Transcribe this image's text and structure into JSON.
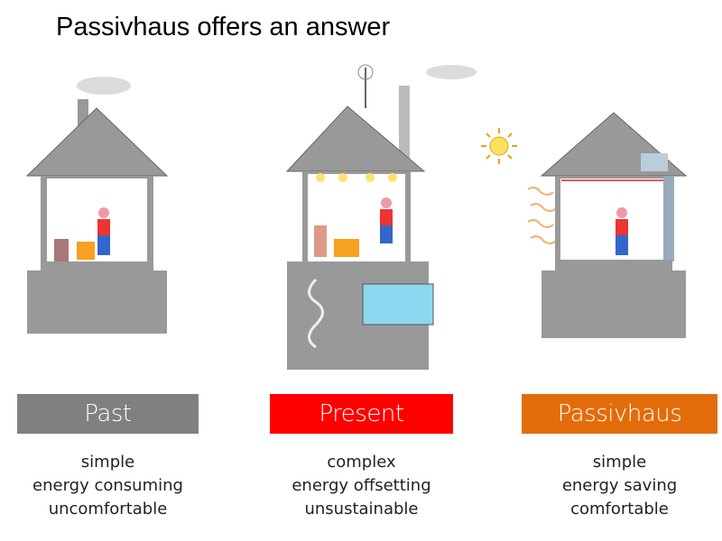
{
  "title": "Passivhaus offers an answer",
  "columns": [
    {
      "label": "Past",
      "color": "#808080",
      "lines": [
        "simple",
        "energy consuming",
        "uncomfortable"
      ]
    },
    {
      "label": "Present",
      "color": "#ff0000",
      "lines": [
        "complex",
        "energy offsetting",
        "unsustainable"
      ]
    },
    {
      "label": "Passivhaus",
      "color": "#e36c0a",
      "lines": [
        "simple",
        "energy saving",
        "comfortable"
      ]
    }
  ]
}
